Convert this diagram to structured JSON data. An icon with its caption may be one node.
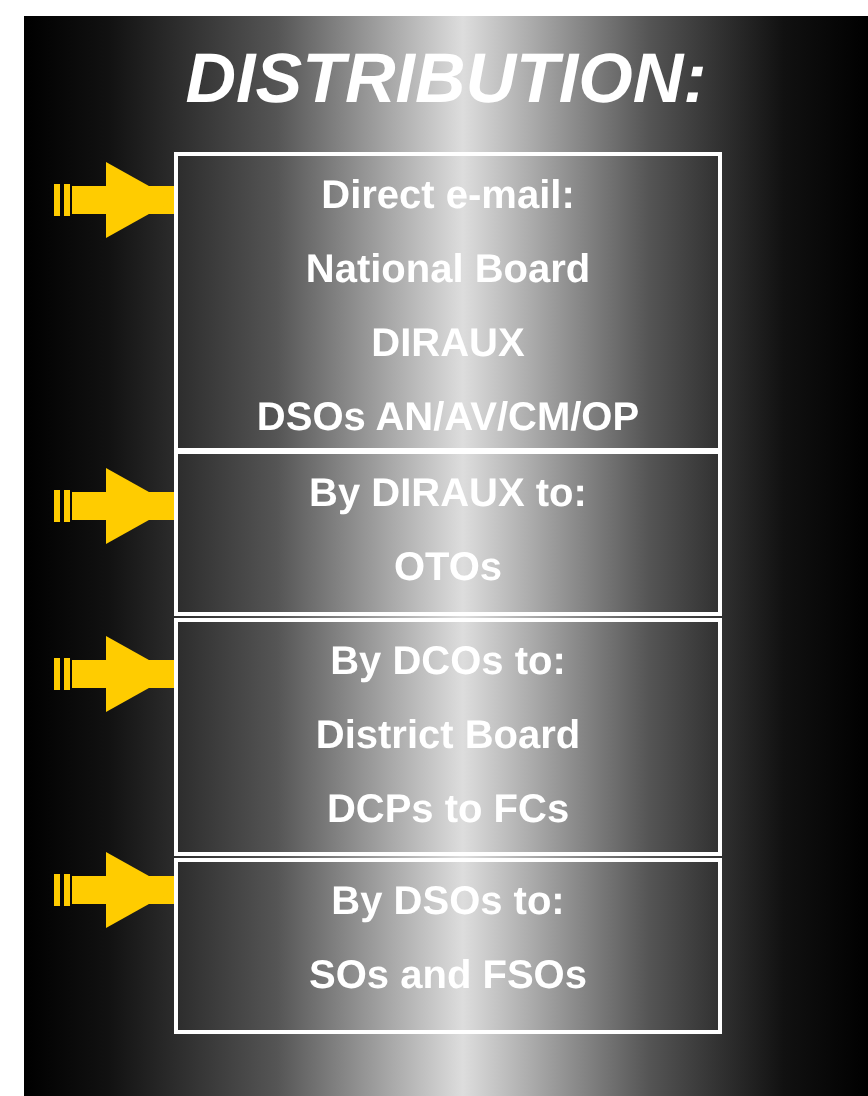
{
  "diagram": {
    "title": "DISTRIBUTION:",
    "nodes": [
      {
        "text": [
          "Direct e-mail:",
          "National Board",
          "DIRAUX",
          "DSOs AN/AV/CM/OP"
        ]
      },
      {
        "text": [
          "By DIRAUX to:",
          "OTOs"
        ]
      },
      {
        "text": [
          "By DCOs to:",
          "District Board",
          "DCPs to FCs"
        ]
      },
      {
        "text": [
          "By DSOs to:",
          "SOs and FSOs"
        ]
      }
    ],
    "edges": [
      {
        "from": null,
        "to": 0,
        "arrow": "to"
      },
      {
        "from": null,
        "to": 1,
        "arrow": "to"
      },
      {
        "from": null,
        "to": 2,
        "arrow": "to"
      },
      {
        "from": null,
        "to": 3,
        "arrow": "to"
      }
    ]
  }
}
